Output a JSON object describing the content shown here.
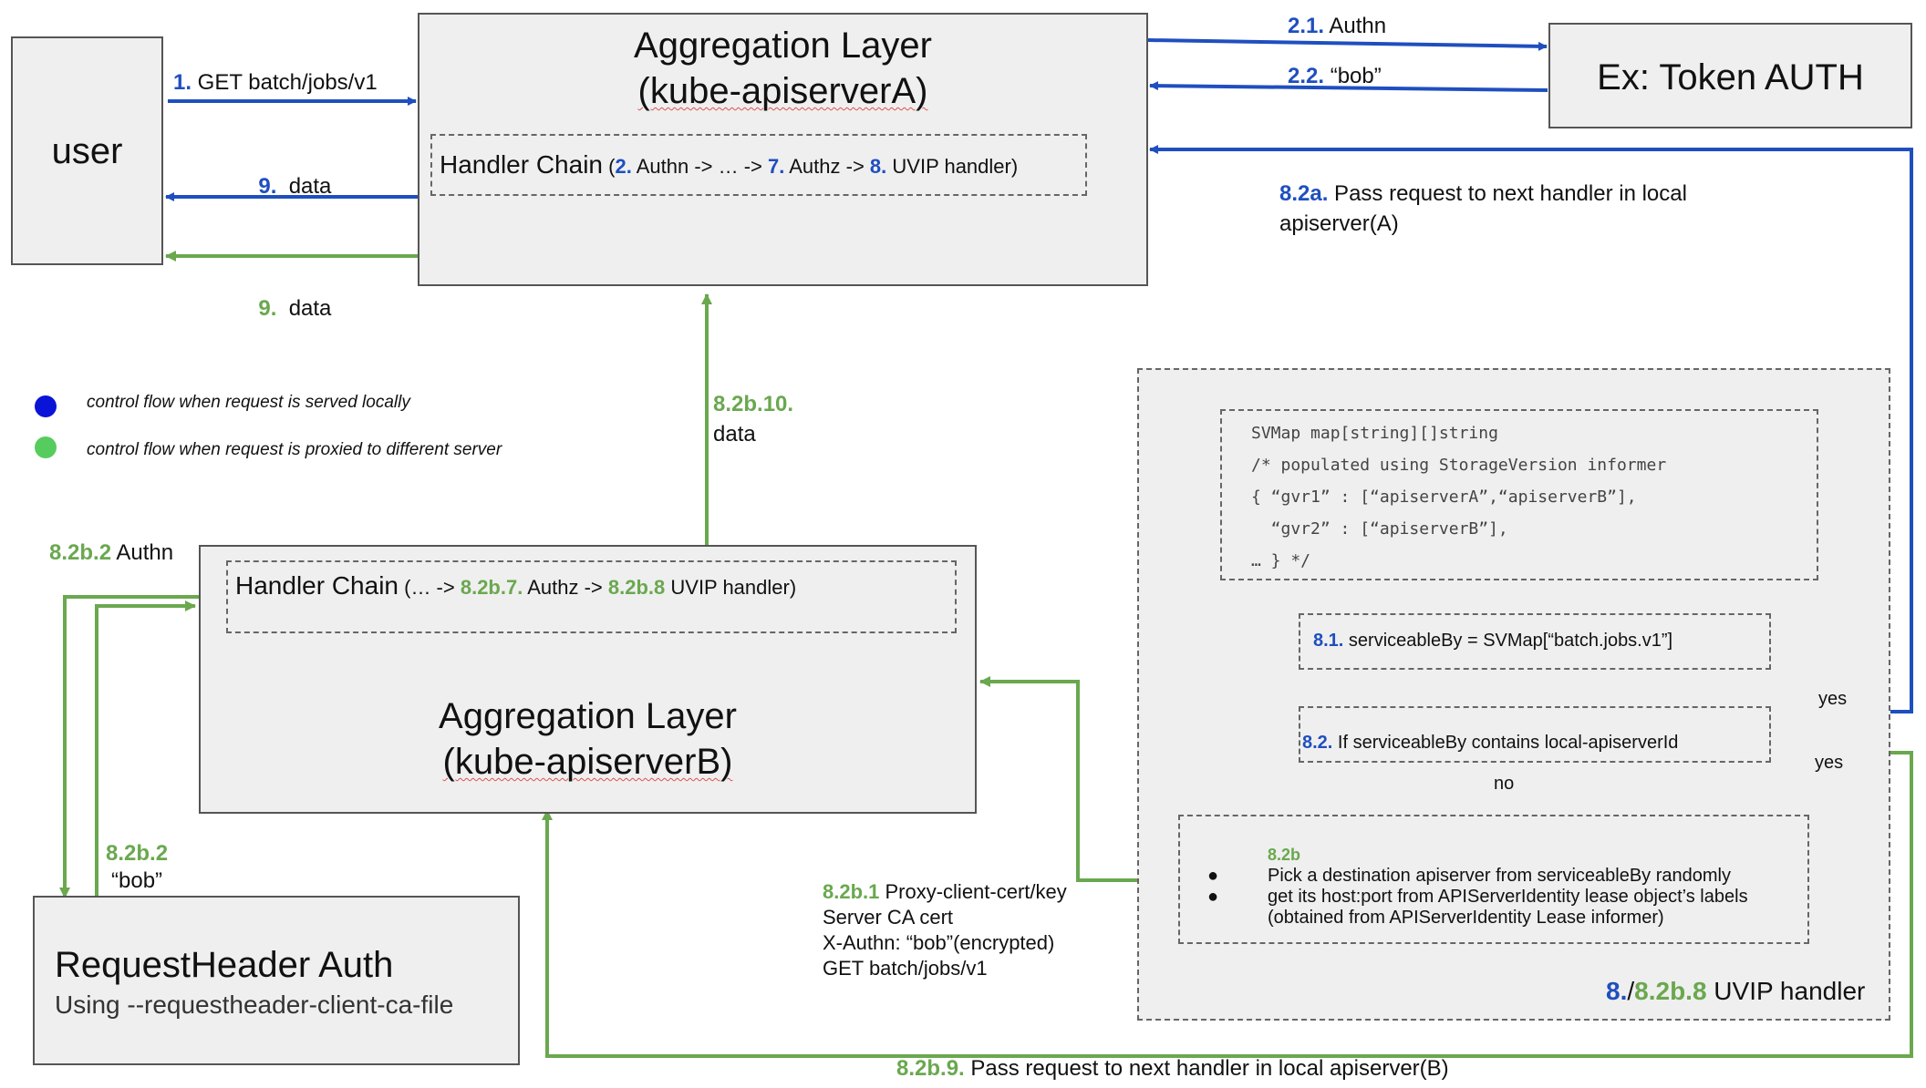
{
  "user": {
    "label": "user"
  },
  "agg_a": {
    "line1": "Aggregation Layer",
    "line2": "(kube-apiserverA)"
  },
  "chain_a": {
    "title": "Handler Chain",
    "open": " (",
    "s2": "2.",
    "t2": " Authn -> … -> ",
    "s7": "7.",
    "t7": " Authz -> ",
    "s8": "8.",
    "t8": " UVIP handler)"
  },
  "token_auth": {
    "label": "Ex: Token AUTH"
  },
  "agg_b": {
    "line1": "Aggregation Layer",
    "line2": "(kube-apiserverB)"
  },
  "chain_b": {
    "title": "Handler Chain",
    "open": " (… -> ",
    "s7": "8.2b.7.",
    "t7": " Authz -> ",
    "s8": "8.2b.8",
    "t8": " UVIP handler)"
  },
  "req_header": {
    "line1": "RequestHeader Auth",
    "line2": "Using --requestheader-client-ca-file"
  },
  "flows": {
    "f1": {
      "step": "1.",
      "text": " GET batch/jobs/v1"
    },
    "f9_blue": {
      "step": "9.",
      "text": "  data"
    },
    "f9_green": {
      "step": "9.",
      "text": "  data"
    },
    "f21": {
      "step": "2.1.",
      "text": " Authn"
    },
    "f22": {
      "step": "2.2.",
      "text": " “bob”"
    },
    "f82a": {
      "step": "8.2a.",
      "text": " Pass request to next handler in local",
      "text2": "apiserver(A)"
    },
    "f82b10": {
      "step": "8.2b.10.",
      "text": "data"
    },
    "f82b2_authn": {
      "step": "8.2b.2",
      "text": " Authn"
    },
    "f82b2_bob": {
      "step": "8.2b.2",
      "text": "“bob”"
    },
    "f82b1": {
      "step": "8.2b.1",
      "text": " Proxy-client-cert/key",
      "lines": [
        "Server CA cert",
        "X-Authn: “bob”(encrypted)",
        "GET batch/jobs/v1"
      ]
    },
    "f82b9": {
      "step": "8.2b.9.",
      "text": " Pass request to next handler in local apiserver(B)"
    },
    "yes1": "yes",
    "yes2": "yes",
    "no": "no"
  },
  "legend": {
    "local": {
      "color": "#0a14d8",
      "text": "control flow when request is served locally"
    },
    "proxy": {
      "color": "#57cc5e",
      "text": "control flow when request is proxied to different server"
    }
  },
  "uvip": {
    "code": [
      "SVMap map[string][]string",
      "/* populated using StorageVersion informer",
      "{ “gvr1” : [“apiserverA”,“apiserverB”],",
      "  “gvr2” : [“apiserverB”],",
      "… } */"
    ],
    "s81": {
      "step": "8.1.",
      "text": " serviceableBy = SVMap[“batch.jobs.v1”]"
    },
    "s82": {
      "step": "8.2.",
      "text": " If serviceableBy contains local-apiserverId"
    },
    "s82b": {
      "step": "8.2b",
      "bullets": [
        "Pick a destination apiserver from serviceableBy randomly",
        "get its host:port from APIServerIdentity lease object’s labels",
        "(obtained from APIServerIdentity Lease informer)"
      ]
    },
    "label": {
      "s8": "8.",
      "slash": "/",
      "s82b8": "8.2b.8",
      "text": " UVIP handler"
    }
  },
  "colors": {
    "blue": "#1f4fbf",
    "green": "#6aa84f"
  }
}
